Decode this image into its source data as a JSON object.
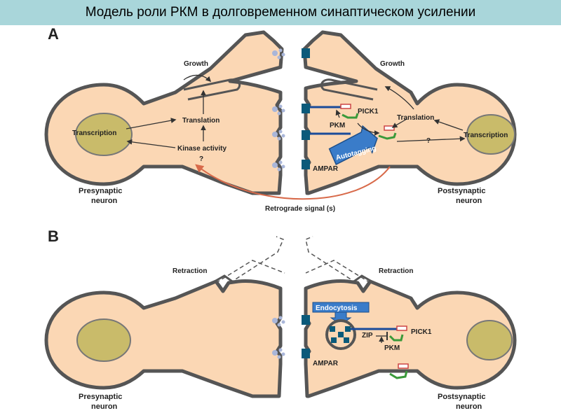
{
  "title": "Модель роли РКМ в долговременном синаптическом усилении",
  "panel_a": {
    "letter": "A",
    "growth_left": "Growth",
    "growth_right": "Growth",
    "transcription_left": "Transcription",
    "transcription_right": "Transcription",
    "translation_left": "Translation",
    "translation_right": "Translation",
    "kinase_activity": "Kinase activity",
    "question_left": "?",
    "question_right": "?",
    "pick1": "PICK1",
    "pkm": "PKM",
    "autotagging": "Autotagging",
    "ampar": "AMPAR",
    "presynaptic_1": "Presynaptic",
    "presynaptic_2": "neuron",
    "postsynaptic_1": "Postsynaptic",
    "postsynaptic_2": "neuron",
    "retrograde": "Retrograde signal (s)"
  },
  "panel_b": {
    "letter": "B",
    "retraction_left": "Retraction",
    "retraction_right": "Retraction",
    "endocytosis": "Endocytosis",
    "zip": "ZIP",
    "pick1": "PICK1",
    "pkm": "PKM",
    "ampar": "AMPAR",
    "presynaptic_1": "Presynaptic",
    "presynaptic_2": "neuron",
    "postsynaptic_1": "Postsynaptic",
    "postsynaptic_2": "neuron"
  },
  "colors": {
    "title_bg": "#a9d6da",
    "cell_fill": "#fbd7b4",
    "cell_stroke": "#555555",
    "nucleus_fill": "#c9bb6a",
    "receptor": "#0b5a7a",
    "arrow_red": "#d86a4a",
    "pkm_green": "#3a9a3a",
    "tag_blue": "#3a7cc9"
  }
}
